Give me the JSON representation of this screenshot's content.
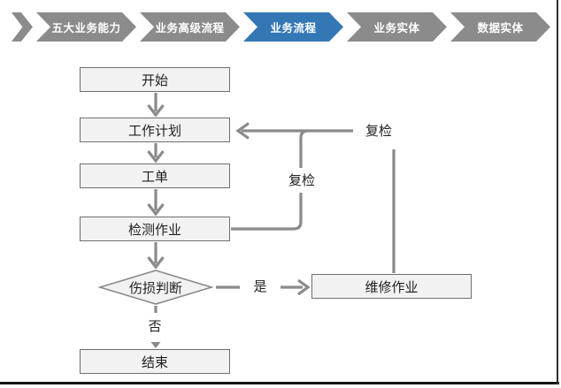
{
  "nav": {
    "items": [
      {
        "label": "五大业务能力",
        "active": false
      },
      {
        "label": "业务高级流程",
        "active": false
      },
      {
        "label": "业务流程",
        "active": true
      },
      {
        "label": "业务实体",
        "active": false
      },
      {
        "label": "数据实体",
        "active": false
      }
    ],
    "active_color": "#3377b5",
    "inactive_color": "#8b8b8b"
  },
  "flowchart": {
    "nodes": [
      {
        "id": "start",
        "label": "开始",
        "type": "process"
      },
      {
        "id": "work-plan",
        "label": "工作计划",
        "type": "process"
      },
      {
        "id": "work-order",
        "label": "工单",
        "type": "process"
      },
      {
        "id": "inspection-job",
        "label": "检测作业",
        "type": "process"
      },
      {
        "id": "damage-decision",
        "label": "伤损判断",
        "type": "decision"
      },
      {
        "id": "repair-job",
        "label": "维修作业",
        "type": "process"
      },
      {
        "id": "end",
        "label": "结束",
        "type": "process"
      }
    ],
    "edge_labels": {
      "yes": "是",
      "no": "否",
      "recheck_inner": "复检",
      "recheck_outer": "复检"
    },
    "colors": {
      "node_fill": "#f2f2f2",
      "node_border": "#6f6f6f",
      "connector": "#8a8a8a"
    }
  }
}
